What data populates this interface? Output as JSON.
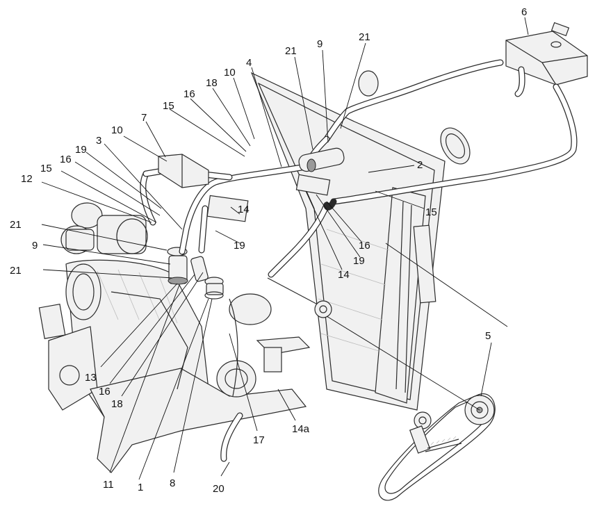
{
  "labels": [
    "1",
    "2",
    "3",
    "4",
    "5",
    "6",
    "7",
    "8",
    "9",
    "9",
    "10",
    "10",
    "11",
    "12",
    "13",
    "14",
    "14",
    "14a",
    "15",
    "15",
    "15",
    "16",
    "16",
    "16",
    "16",
    "17",
    "18",
    "18",
    "19",
    "19",
    "19",
    "20",
    "21",
    "21",
    "21",
    "21"
  ]
}
